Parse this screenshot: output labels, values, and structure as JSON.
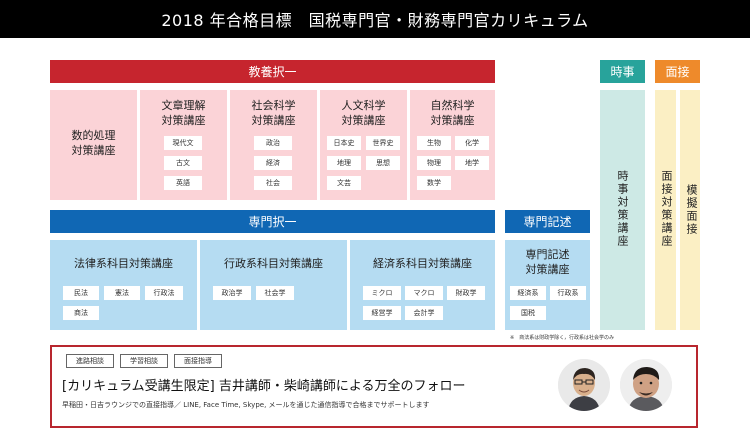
{
  "header": {
    "title": "2018 年合格目標　国税専門官・財務専門官カリキュラム"
  },
  "kyoyo": {
    "label": "教養択一",
    "math": {
      "title": "数的処理\n対策講座"
    },
    "bunsho": {
      "title": "文章理解\n対策講座",
      "chips": [
        "現代文",
        "古文",
        "英語"
      ]
    },
    "shakai": {
      "title": "社会科学\n対策講座",
      "chips": [
        "政治",
        "経済",
        "社会"
      ]
    },
    "jinbun": {
      "title": "人文科学\n対策講座",
      "chips": [
        "日本史",
        "世界史",
        "地理",
        "思想",
        "文芸"
      ]
    },
    "shizen": {
      "title": "自然科学\n対策講座",
      "chips": [
        "生物",
        "化学",
        "物理",
        "地学",
        "数学"
      ]
    }
  },
  "jiji": {
    "label": "時事",
    "course": "時事対策講座"
  },
  "mensetsu": {
    "label": "面接",
    "course1": "面接対策講座",
    "course2": "模擬面接"
  },
  "senmon": {
    "label": "専門択一",
    "hou": {
      "title": "法律系科目対策講座",
      "chips": [
        "民法",
        "憲法",
        "行政法",
        "商法"
      ]
    },
    "gyosei": {
      "title": "行政系科目対策講座",
      "chips": [
        "政治学",
        "社会学"
      ]
    },
    "keizai": {
      "title": "経済系科目対策講座",
      "chips": [
        "ミクロ",
        "マクロ",
        "財政学",
        "経営学",
        "会計学"
      ]
    }
  },
  "kijutsu": {
    "label": "専門記述",
    "title": "専門記述\n対策講座",
    "chips": [
      "経済系",
      "行政系",
      "国税"
    ]
  },
  "footnote": "※　商法系は財政学除く，行政系は社会学のみ",
  "follow": {
    "tags": [
      "進路相談",
      "学習相談",
      "面接指導"
    ],
    "headline": "[カリキュラム受講生限定]  吉井講師・柴崎講師による万全のフォロー",
    "sub": "早稲田・日吉ラウンジでの直接指導／ LINE,  Face Time,  Skype,  メールを通じた通信指導で合格までサポートします"
  }
}
